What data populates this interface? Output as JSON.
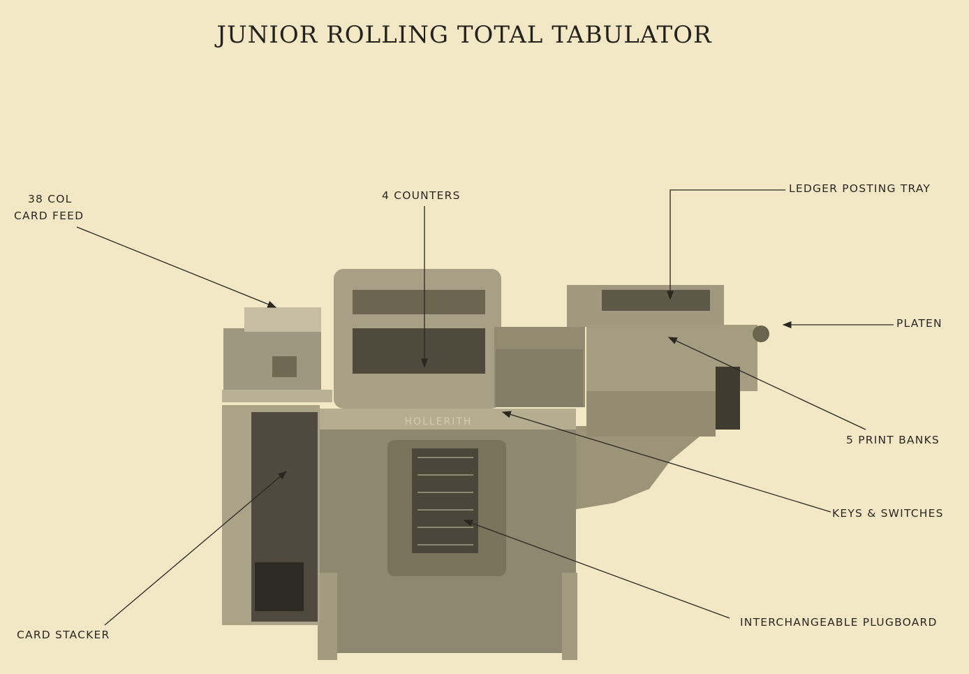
{
  "title": "JUNIOR ROLLING TOTAL TABULATOR",
  "labels": {
    "card_feed_line1": "38 COL",
    "card_feed_line2": "CARD FEED",
    "counters": "4 COUNTERS",
    "ledger_tray": "LEDGER POSTING TRAY",
    "platen": "PLATEN",
    "print_banks": "5 PRINT BANKS",
    "keys_switches": "KEYS & SWITCHES",
    "plugboard": "INTERCHANGEABLE PLUGBOARD",
    "card_stacker": "CARD STACKER"
  },
  "machine_logo": "HOLLERITH",
  "colors": {
    "paper": "#f2e8c6",
    "ink": "#2b2720"
  }
}
